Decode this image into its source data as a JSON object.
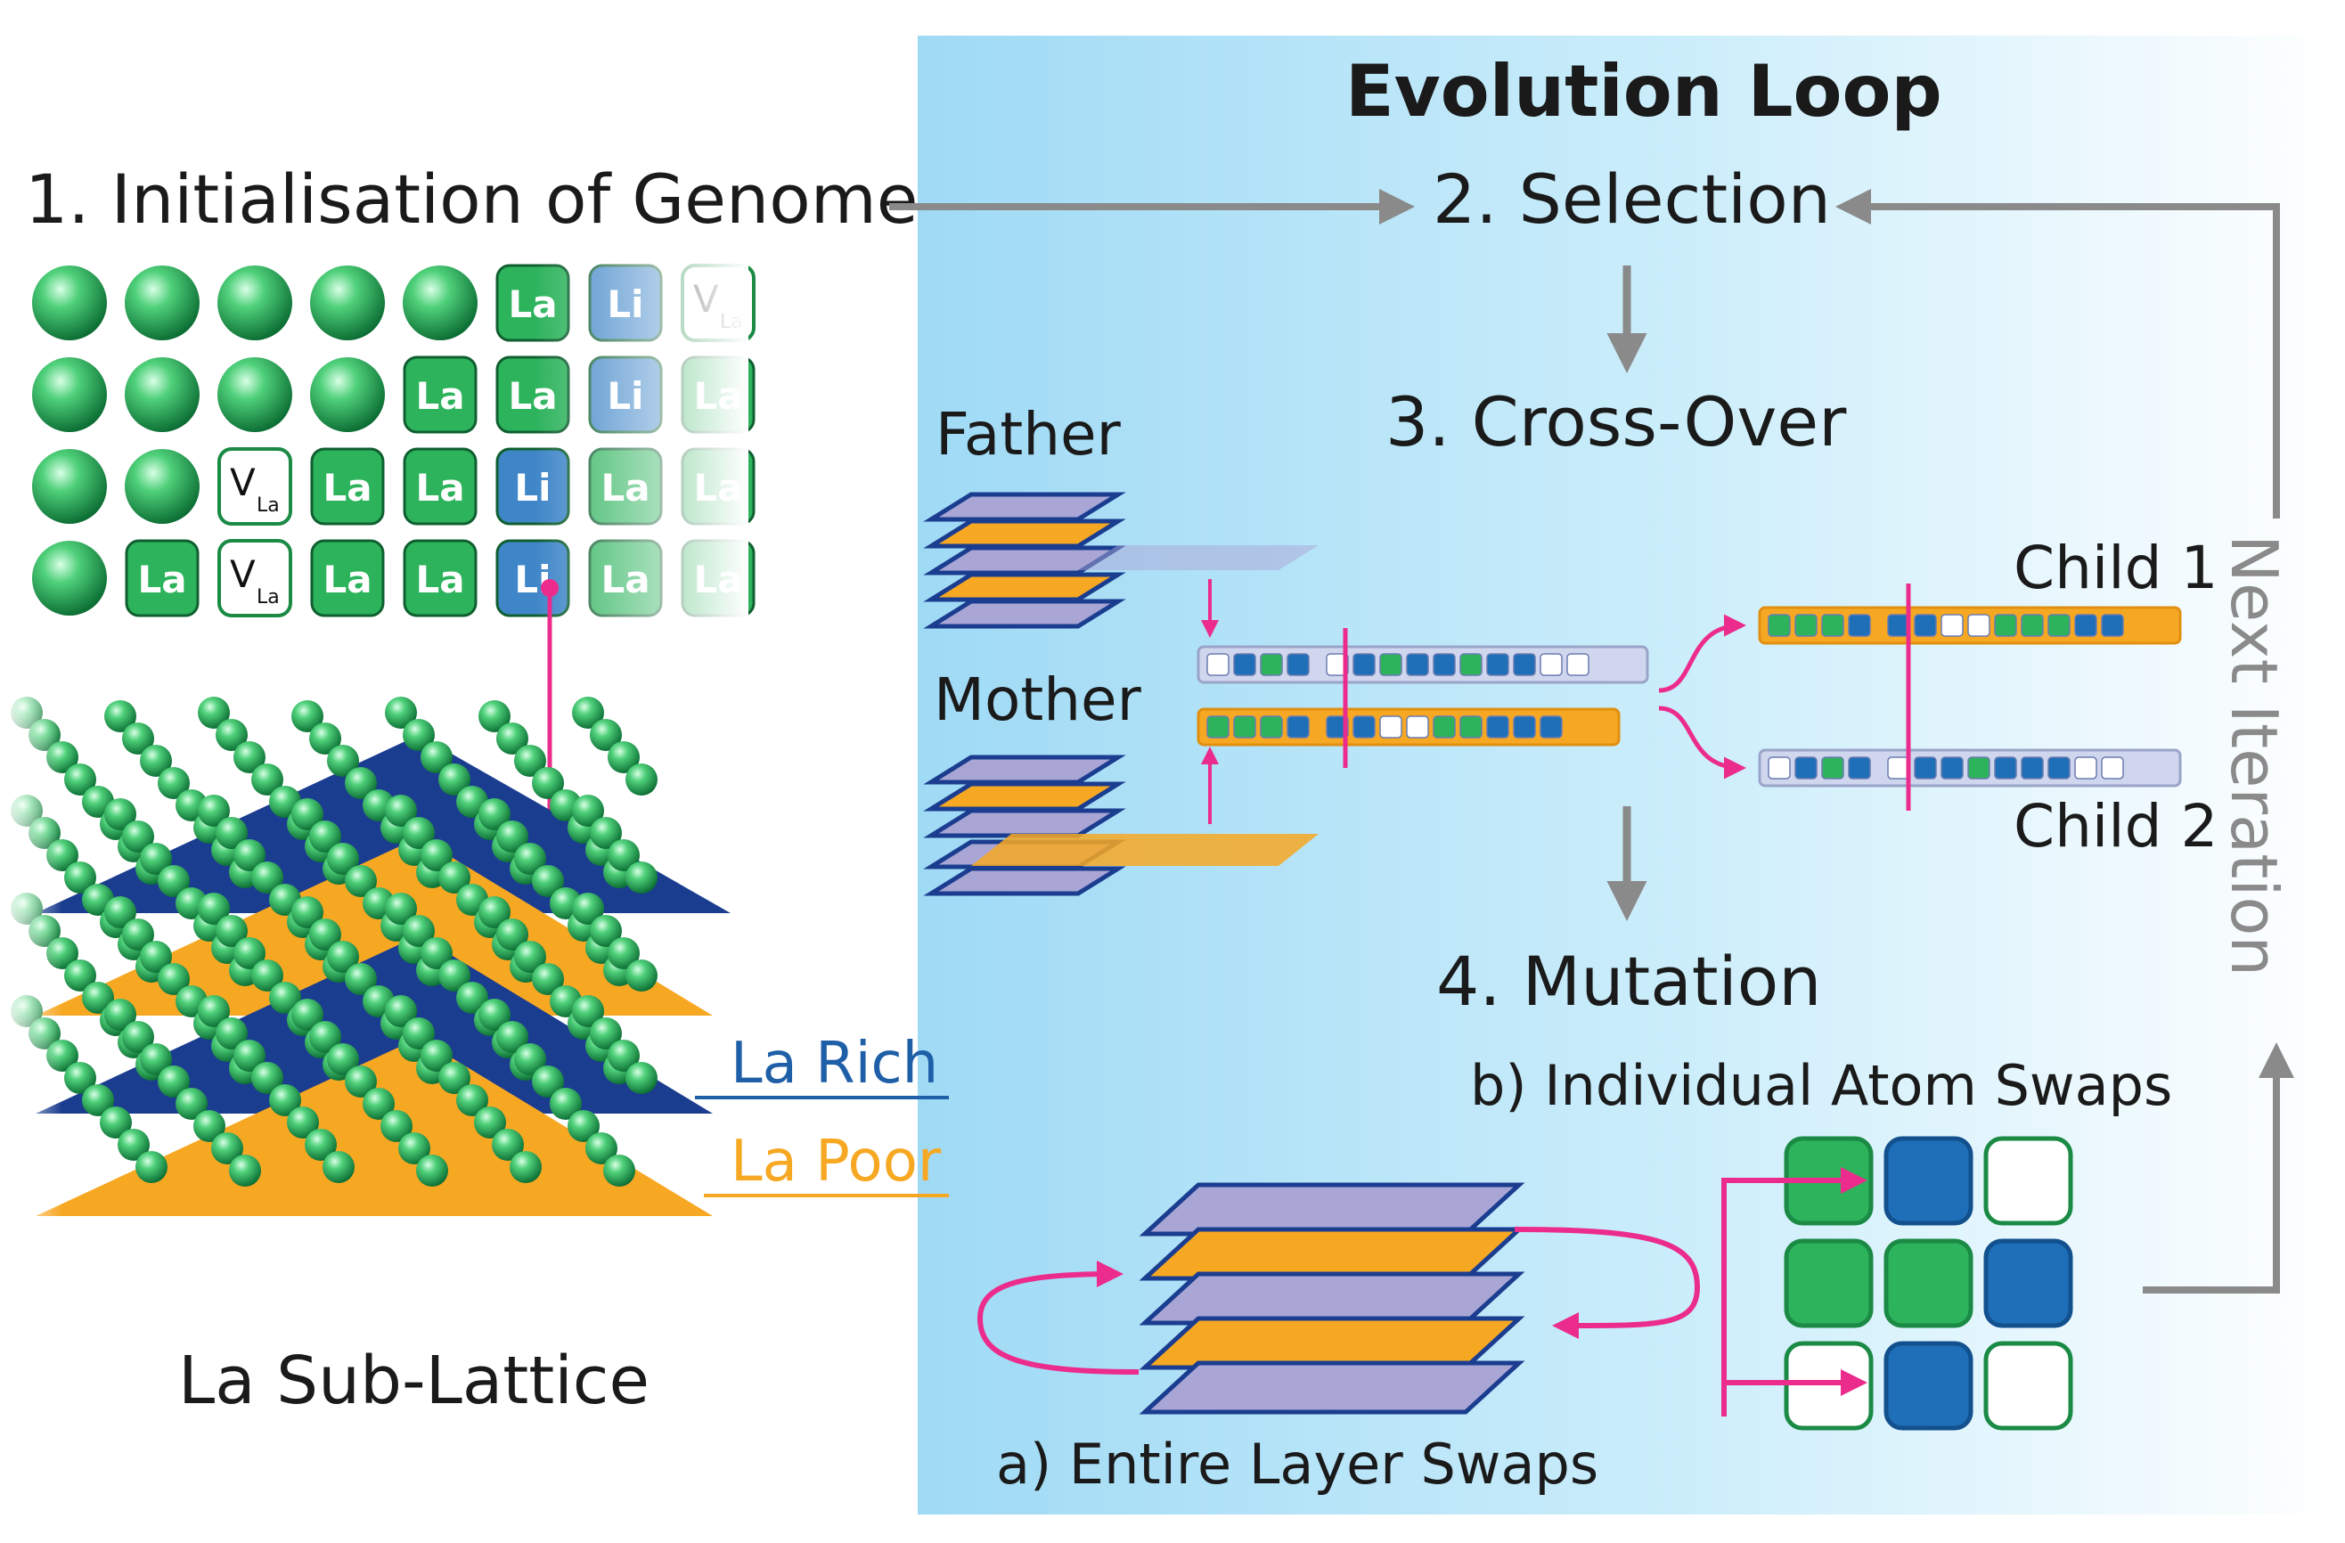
{
  "title": "Evolution Loop",
  "steps": {
    "init": "1. Initialisation of Genome",
    "selection": "2. Selection",
    "crossover": "3. Cross-Over",
    "mutation": "4. Mutation"
  },
  "mutation_types": {
    "atom": "b) Individual Atom Swaps",
    "layer": "a) Entire Layer Swaps"
  },
  "parents": {
    "father": "Father",
    "mother": "Mother"
  },
  "children": {
    "child1": "Child 1",
    "child2": "Child 2"
  },
  "next_iteration": "Next Iteration",
  "lattice": {
    "caption": "La Sub-Lattice",
    "rich": "La Rich",
    "poor": "La Poor"
  },
  "tiles": {
    "la": "La",
    "li": "Li",
    "v": "V",
    "v_sub": "La"
  },
  "colors": {
    "panel": "#bfe6f8",
    "green": "#2db35c",
    "blue": "#1f6fb8",
    "navy": "#1b3d8f",
    "orange": "#f7a823",
    "lavender": "#a9a6d6",
    "magenta": "#ec2c8c",
    "gray_arrow": "#8a8a8a",
    "rich_text": "#1f5fa8",
    "poor_text": "#f7a823"
  }
}
